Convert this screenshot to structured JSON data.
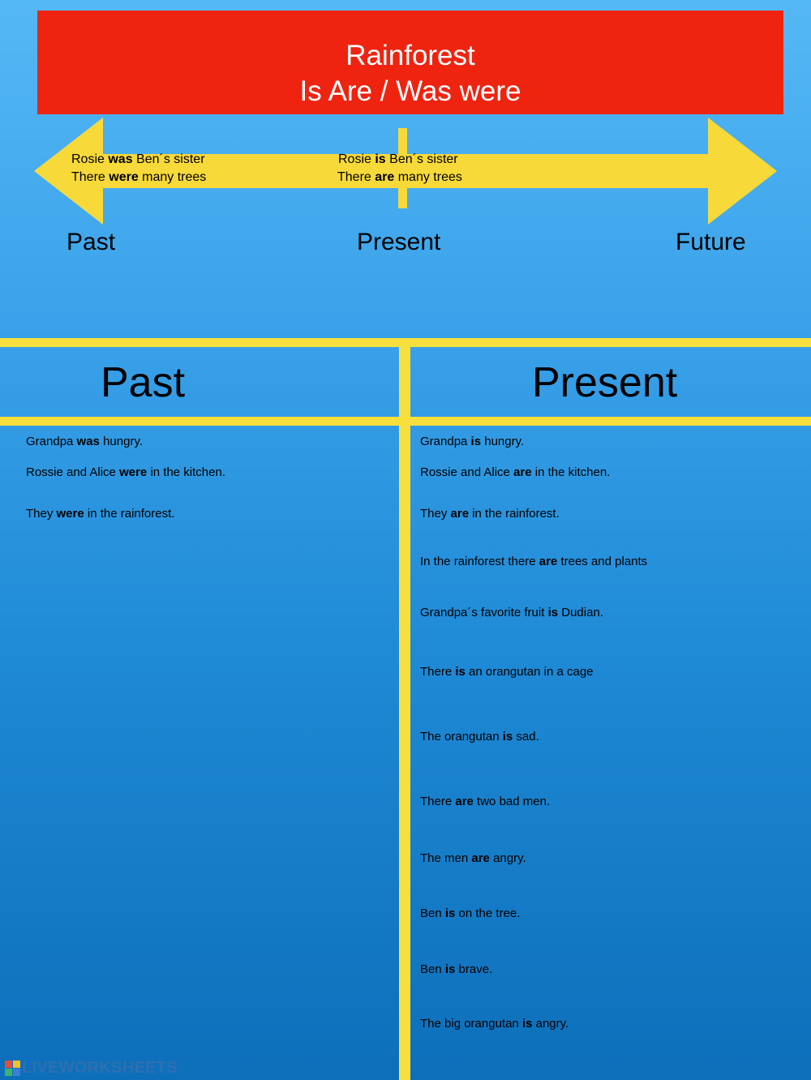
{
  "header": {
    "title_line1": "Rainforest",
    "title_line2": "Is Are / Was were"
  },
  "timeline": {
    "past_example": {
      "line1": {
        "pre": "Rosie  ",
        "verb": "was",
        "post": " Ben´s sister"
      },
      "line2": {
        "pre": "There ",
        "verb": "were",
        "post": " many trees"
      }
    },
    "present_example": {
      "line1": {
        "pre": "Rosie  ",
        "verb": "is",
        "post": " Ben´s sister"
      },
      "line2": {
        "pre": "There ",
        "verb": "are",
        "post": " many trees"
      }
    },
    "labels": {
      "past": "Past",
      "present": "Present",
      "future": "Future"
    }
  },
  "table": {
    "past_heading": "Past",
    "present_heading": "Present",
    "past_sentences": [
      {
        "pre": "Grandpa ",
        "verb": "was",
        "post": " hungry."
      },
      {
        "pre": "Rossie and Alice ",
        "verb": "were",
        "post": " in the kitchen."
      },
      {
        "pre": "They ",
        "verb": "were",
        "post": " in the rainforest."
      }
    ],
    "present_sentences": [
      {
        "pre": "Grandpa ",
        "verb": "is",
        "post": " hungry."
      },
      {
        "pre": "Rossie and Alice ",
        "verb": "are",
        "post": " in the kitchen."
      },
      {
        "pre": "They ",
        "verb": "are",
        "post": " in the rainforest."
      },
      {
        "pre": "In the rainforest there ",
        "verb": "are",
        "post": " trees and plants"
      },
      {
        "pre": "Grandpa´s favorite fruit ",
        "verb": "is",
        "post": " Dudian."
      },
      {
        "pre": "There ",
        "verb": "is",
        "post": " an orangutan in a cage"
      },
      {
        "pre": "The orangutan ",
        "verb": "is",
        "post": " sad."
      },
      {
        "pre": "There ",
        "verb": "are",
        "post": " two bad men."
      },
      {
        "pre": "The men ",
        "verb": "are",
        "post": " angry."
      },
      {
        "pre": "Ben ",
        "verb": "is",
        "post": " on the tree."
      },
      {
        "pre": "Ben ",
        "verb": "is",
        "post": " brave."
      },
      {
        "pre": "The big orangutan ",
        "verb": "is",
        "post": " angry."
      }
    ]
  },
  "footer": {
    "logo_text": "LIVEWORKSHEETS"
  },
  "colors": {
    "title_bg": "#ee2410",
    "arrow": "#f7d93a",
    "lines": "#f7e03d",
    "background_top": "#55b8f5",
    "background_bottom": "#0d6fba"
  }
}
